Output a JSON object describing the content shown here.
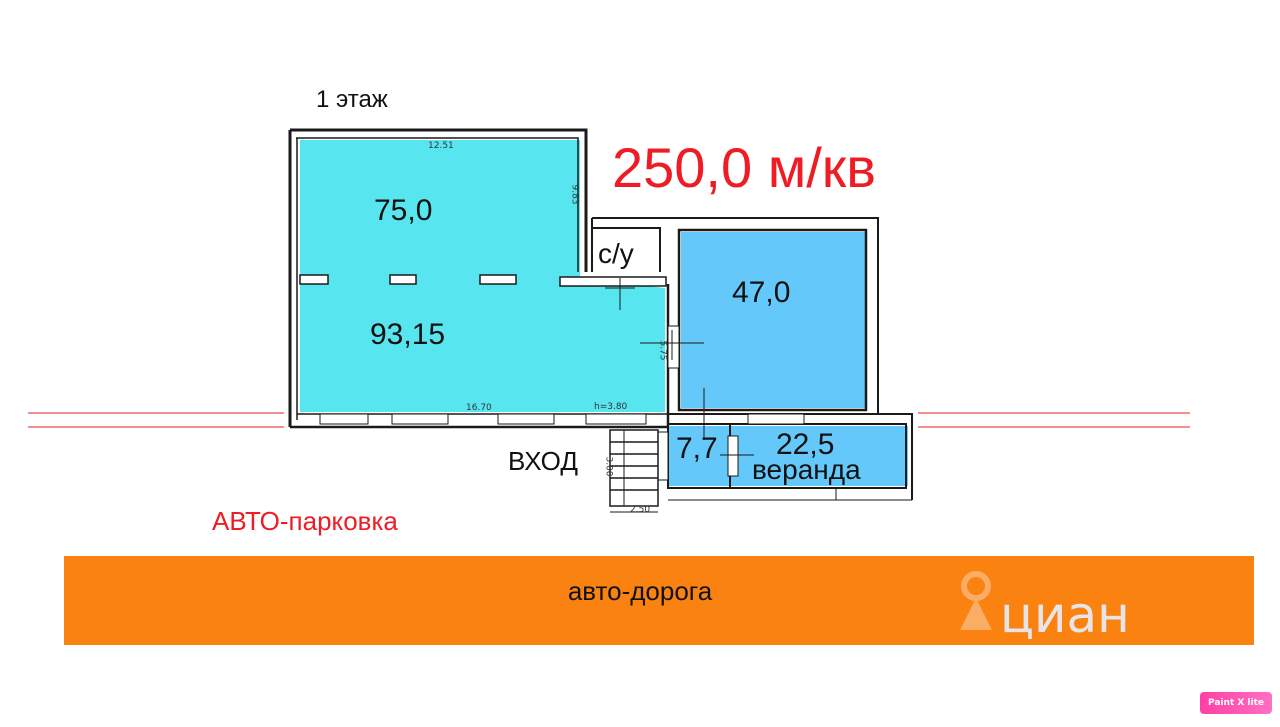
{
  "floor_title": "1 этаж",
  "total_area": "250,0 м/кв",
  "rooms": {
    "hall_a": "75,0",
    "hall_b": "93,15",
    "office": "47,0",
    "bathroom": "с/у",
    "vestibule": "7,7",
    "veranda_area": "22,5",
    "veranda_label": "веранда"
  },
  "entrance_label": "ВХОД",
  "parking_label": "АВТО-парковка",
  "road_label": "авто-дорога",
  "dimensions": {
    "top_width": "12.51",
    "right_a": "9.83",
    "inner_right": "5.75",
    "bottom_width": "16.70",
    "height_mark": "h=3.80",
    "stairs_depth": "3.00",
    "stairs_width": "2.50"
  },
  "watermark": "циан",
  "badge": "Paint X lite",
  "colors": {
    "hall": "#57e6ef",
    "office": "#64c8fb",
    "veranda": "#64c8fb",
    "total_text": "#ee1c24",
    "parking_text": "#ee1c24",
    "road": "#f98210",
    "wall": "#1a1a1a"
  }
}
